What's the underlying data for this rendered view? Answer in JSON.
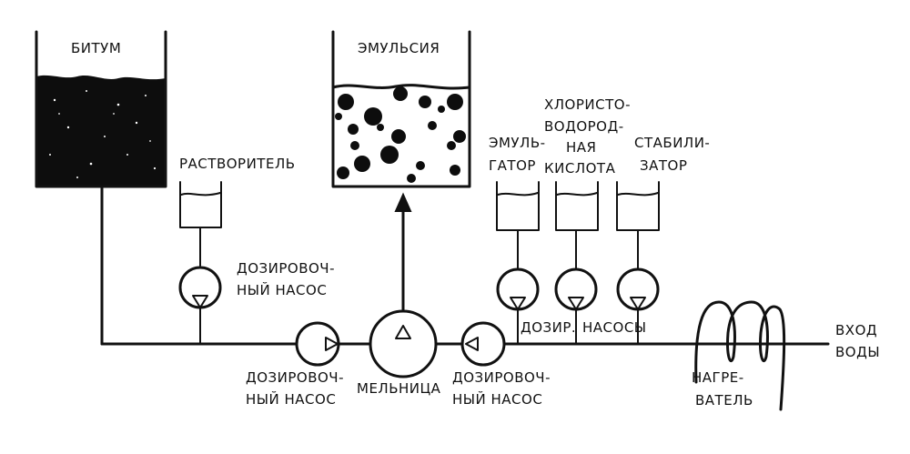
{
  "labels": {
    "bitumen": "БИТУМ",
    "emulsion": "ЭМУЛЬСИЯ",
    "solvent": "РАСТВОРИТЕЛЬ",
    "dosing_pump_solvent_1": "ДОЗИРОВОЧ-",
    "dosing_pump_solvent_2": "НЫЙ НАСОС",
    "dosing_pump_left_1": "ДОЗИРОВОЧ-",
    "dosing_pump_left_2": "НЫЙ НАСОС",
    "mill": "МЕЛЬНИЦА",
    "dosing_pump_right_1": "ДОЗИРОВОЧ-",
    "dosing_pump_right_2": "НЫЙ НАСОС",
    "emulsifier_1": "ЭМУЛЬ-",
    "emulsifier_2": "ГАТОР",
    "hcl_1": "ХЛОРИСТО-",
    "hcl_2": "ВОДОРОД-",
    "hcl_3": "НАЯ",
    "hcl_4": "КИСЛОТА",
    "stabilizer_1": "СТАБИЛИ-",
    "stabilizer_2": "ЗАТОР",
    "dosing_pumps_a": "ДОЗИР.",
    "dosing_pumps_b": "НАСОСЫ",
    "heater_1": "НАГРЕ-",
    "heater_2": "ВАТЕЛЬ",
    "water_inlet_1": "ВХОД",
    "water_inlet_2": "ВОДЫ"
  },
  "colors": {
    "ink": "#111111",
    "paper": "#ffffff"
  }
}
